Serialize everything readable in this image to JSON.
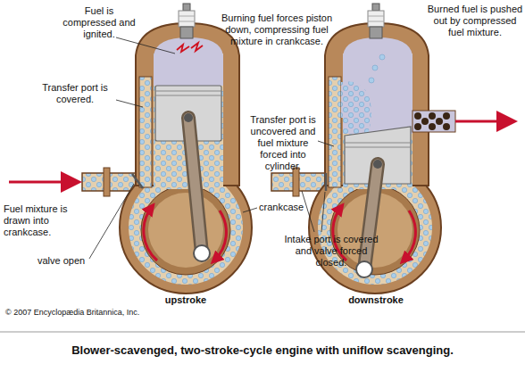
{
  "diagram": {
    "caption": "Blower-scavenged, two-stroke-cycle engine with uniflow scavenging.",
    "labels": [
      "Fuel is compressed and ignited.",
      "Burning fuel forces piston down, compressing fuel mixture in crankcase.",
      "Burned fuel is pushed out by compressed fuel mixture.",
      "Transfer port is covered.",
      "Transfer port is uncovered and fuel mixture forced into cylinder.",
      "Fuel mixture is drawn into crankcase.",
      "crankcase",
      "valve open",
      "Intake port is covered and valve forced closed.",
      "upstroke",
      "downstroke",
      "© 2007 Encyclopædia Britannica, Inc."
    ]
  }
}
